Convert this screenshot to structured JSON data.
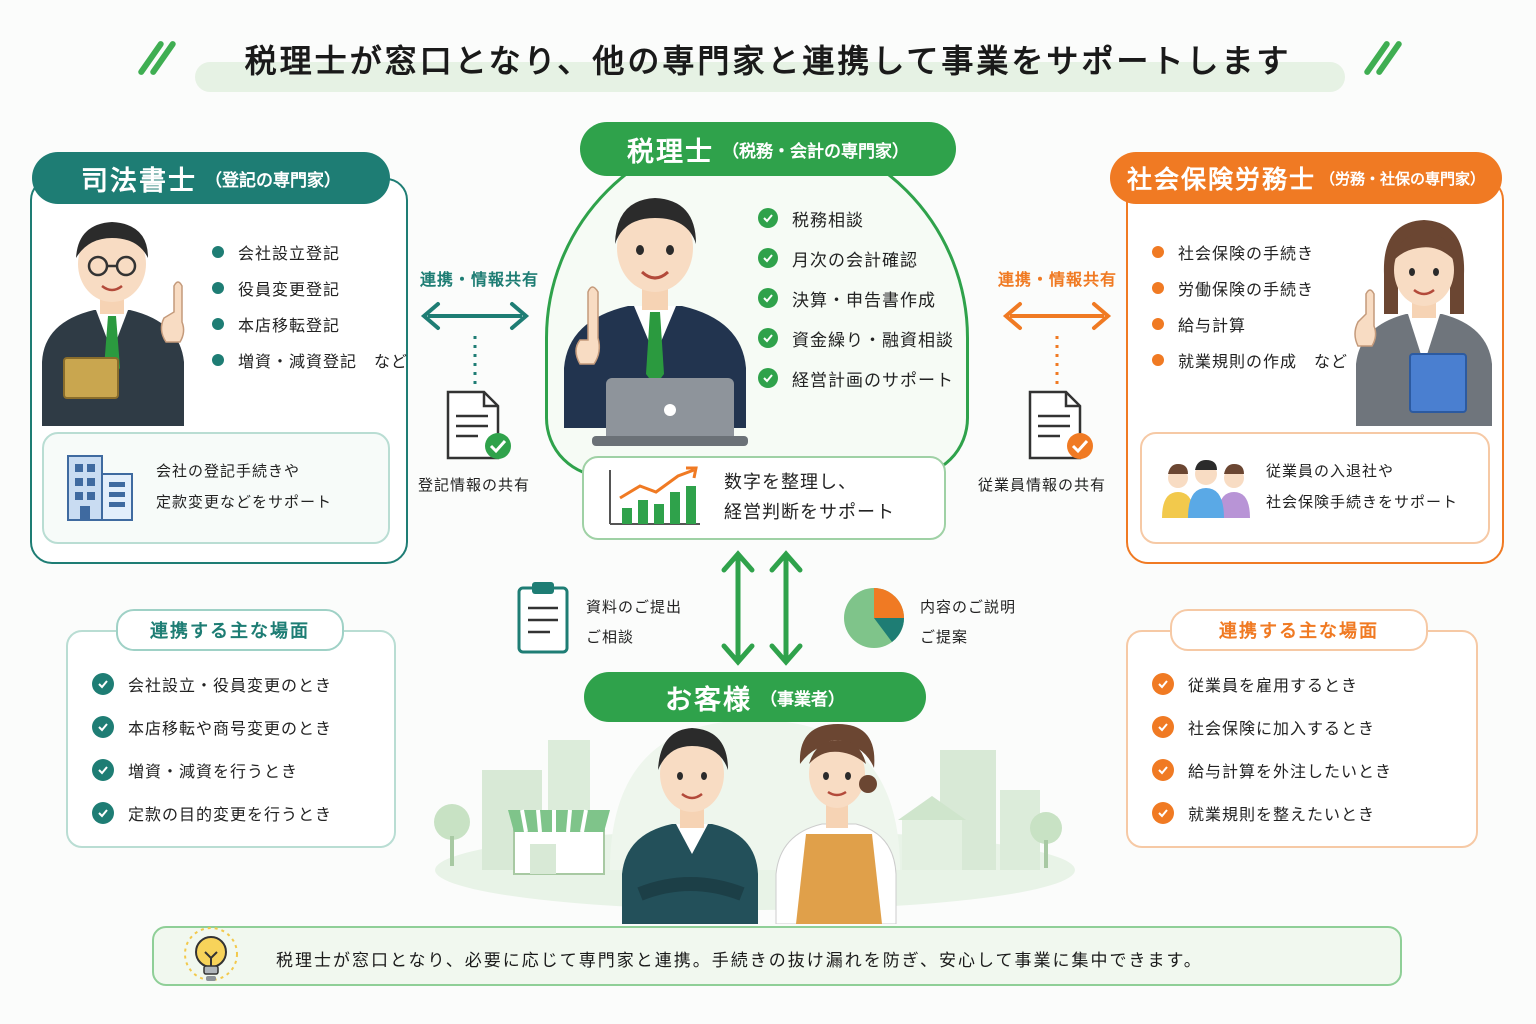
{
  "title": "税理士が窓口となり、他の専門家と連携して事業をサポートします",
  "judicial": {
    "name": "司法書士",
    "sub": "（登記の専門家）",
    "items": [
      "会社設立登記",
      "役員変更登記",
      "本店移転登記",
      "増資・減資登記　など"
    ],
    "box_lines": [
      "会社の登記手続きや",
      "定款変更などをサポート"
    ]
  },
  "tax": {
    "name": "税理士",
    "sub": "（税務・会計の専門家）",
    "items": [
      "税務相談",
      "月次の会計確認",
      "決算・申告書作成",
      "資金繰り・融資相談",
      "経営計画のサポート"
    ],
    "box_lines": [
      "数字を整理し、",
      "経営判断をサポート"
    ]
  },
  "labor": {
    "name": "社会保険労務士",
    "sub": "（労務・社保の専門家）",
    "items": [
      "社会保険の手続き",
      "労働保険の手続き",
      "給与計算",
      "就業規則の作成　など"
    ],
    "box_lines": [
      "従業員の入退社や",
      "社会保険手続きをサポート"
    ]
  },
  "left_link": {
    "label": "連携・情報共有",
    "doc_label": "登記情報の共有"
  },
  "right_link": {
    "label": "連携・情報共有",
    "doc_label": "従業員情報の共有"
  },
  "customer_up": {
    "lines": [
      "資料のご提出",
      "ご相談"
    ]
  },
  "customer_down": {
    "lines": [
      "内容のご説明",
      "ご提案"
    ]
  },
  "customer": {
    "name": "お客様",
    "sub": "（事業者）"
  },
  "left_scenes": {
    "title": "連携する主な場面",
    "items": [
      "会社設立・役員変更のとき",
      "本店移転や商号変更のとき",
      "増資・減資を行うとき",
      "定款の目的変更を行うとき"
    ]
  },
  "right_scenes": {
    "title": "連携する主な場面",
    "items": [
      "従業員を雇用するとき",
      "社会保険に加入するとき",
      "給与計算を外注したいとき",
      "就業規則を整えたいとき"
    ]
  },
  "footer": "税理士が窓口となり、必要に応じて専門家と連携。手続きの抜け漏れを防ぎ、安心して事業に集中できます。",
  "colors": {
    "teal": "#1e7d74",
    "green": "#2fa24b",
    "orange": "#f07a23"
  }
}
